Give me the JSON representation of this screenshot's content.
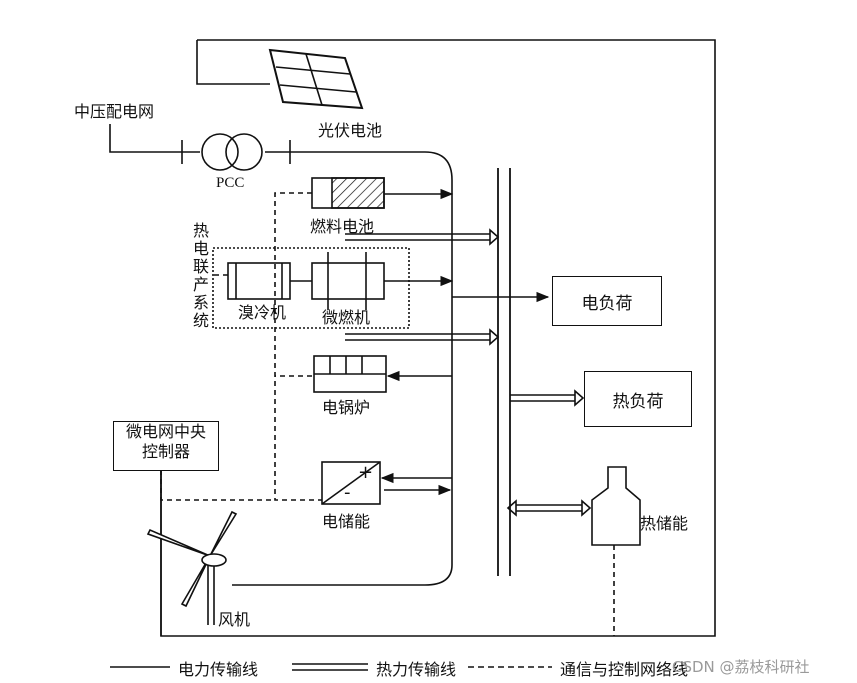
{
  "labels": {
    "grid": "中压配电网",
    "pcc": "PCC",
    "pv": "光伏电池",
    "fuel_cell": "燃料电池",
    "chp_system": "热电联产系统",
    "chiller": "溴冷机",
    "micro_turbine": "微燃机",
    "electric_boiler": "电锅炉",
    "controller_line1": "微电网中央",
    "controller_line2": "控制器",
    "battery": "电储能",
    "wind": "风机",
    "elec_load": "电负荷",
    "heat_load": "热负荷",
    "heat_storage": "热储能"
  },
  "legend": {
    "power_line": "电力传输线",
    "heat_line": "热力传输线",
    "comm_line": "通信与控制网络线"
  },
  "watermark": "CSDN @荔枝科研社",
  "colors": {
    "line": "#111111",
    "watermark": "#9a9a9a"
  }
}
